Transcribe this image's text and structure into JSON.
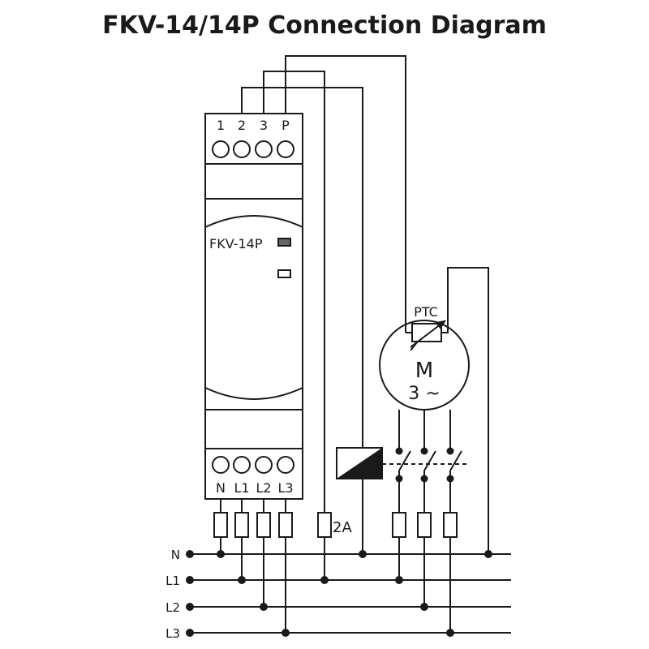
{
  "title": "FKV-14/14P Connection Diagram",
  "device": {
    "model": "FKV-14P",
    "top_terminals": [
      "1",
      "2",
      "3",
      "P"
    ],
    "bottom_terminals": [
      "N",
      "L1",
      "L2",
      "L3"
    ]
  },
  "motor": {
    "sensor_label": "PTC",
    "symbol": "M",
    "phase_label": "3 ~"
  },
  "fuse_rating": "2A",
  "bus_lines": [
    "N",
    "L1",
    "L2",
    "L3"
  ]
}
